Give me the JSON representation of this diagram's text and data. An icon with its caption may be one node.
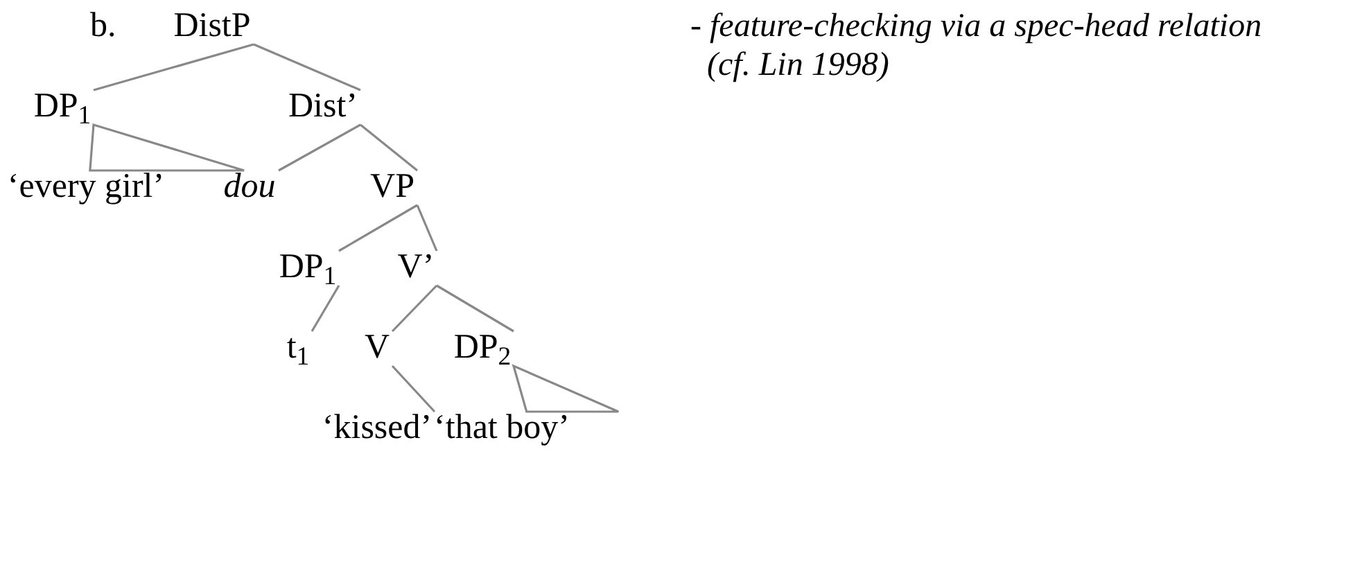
{
  "diagram": {
    "nodes": [
      {
        "text": [
          "DistP"
        ]
      },
      {
        "text": [
          "DP$_{1}$"
        ]
      },
      {
        "text": [
          "Dist’"
        ]
      },
      {
        "text": [
          "‘every girl’"
        ]
      },
      {
        "text": [
          "*dou*"
        ]
      },
      {
        "text": [
          "VP"
        ]
      },
      {
        "text": [
          "DP$_{1}$"
        ]
      },
      {
        "text": [
          "V’"
        ]
      },
      {
        "text": [
          "t$_{1}$"
        ]
      },
      {
        "text": [
          "V"
        ]
      },
      {
        "text": [
          "DP$_{2}$"
        ]
      },
      {
        "text": [
          "‘kissed’"
        ]
      },
      {
        "text": [
          "‘that boy’"
        ]
      }
    ],
    "edges": [
      {
        "from": 0,
        "to": 1,
        "arrow": "none"
      },
      {
        "from": 0,
        "to": 2,
        "arrow": "none"
      },
      {
        "from": 1,
        "to": 3,
        "arrow": "none"
      },
      {
        "from": 2,
        "to": 4,
        "arrow": "none"
      },
      {
        "from": 2,
        "to": 5,
        "arrow": "none"
      },
      {
        "from": 5,
        "to": 6,
        "arrow": "none"
      },
      {
        "from": 5,
        "to": 7,
        "arrow": "none"
      },
      {
        "from": 6,
        "to": 8,
        "arrow": "none"
      },
      {
        "from": 7,
        "to": 9,
        "arrow": "none"
      },
      {
        "from": 7,
        "to": 10,
        "arrow": "none"
      },
      {
        "from": 9,
        "to": 11,
        "arrow": "none"
      },
      {
        "from": 10,
        "to": 12,
        "arrow": "none"
      }
    ],
    "labels": [
      "b.",
      "- feature-checking via a spec-head relation",
      "(cf. Lin 1998)"
    ]
  }
}
